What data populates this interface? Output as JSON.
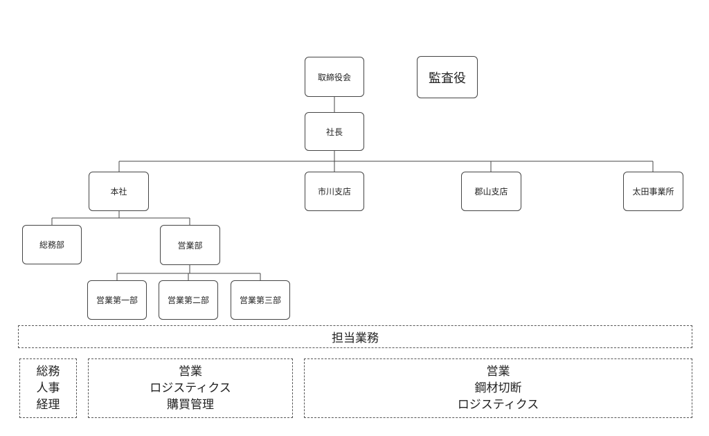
{
  "org_chart": {
    "board": "取締役会",
    "auditor": "監査役",
    "president": "社長",
    "head_office": "本社",
    "ichikawa_branch": "市川支店",
    "koriyama_branch": "郡山支店",
    "ota_office": "太田事業所",
    "general_affairs": "総務部",
    "sales_dept": "営業部",
    "sales_1": "営業第一部",
    "sales_2": "営業第二部",
    "sales_3": "営業第三部"
  },
  "duties": {
    "title": "担当業務",
    "general": [
      "総務",
      "人事",
      "経理"
    ],
    "sales": [
      "営業",
      "ロジスティクス",
      "購買管理"
    ],
    "branches": [
      "営業",
      "鋼材切断",
      "ロジスティクス"
    ]
  }
}
